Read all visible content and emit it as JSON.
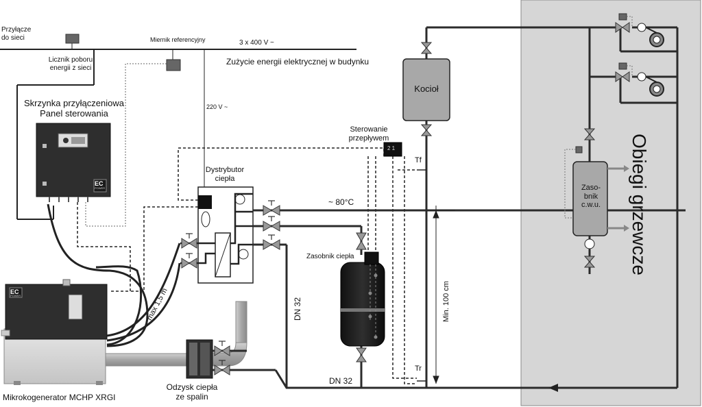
{
  "labels": {
    "grid_connection": [
      "Przyłącze",
      "do sieci"
    ],
    "meter_grid": [
      "Licznik poboru",
      "energii z sieci"
    ],
    "meter_ref": "Miernik referencyjny",
    "voltage_3x400": "3 x 400 V ~",
    "building_use": "Zużycie energii elektrycznej w budynku",
    "voltage_220": "220 V ~",
    "panel": [
      "Skrzynka przyłączeniowa",
      "Panel sterowania"
    ],
    "flow_control": [
      "Sterowanie",
      "przepływem"
    ],
    "flow_control_digits": "2  1",
    "distributor": [
      "Dystrybutor",
      "ciepła"
    ],
    "temp_80": "~ 80°C",
    "boiler": "Kocioł",
    "tf": "Tf",
    "tr": "Tr",
    "heat_storage": "Zasobnik ciepła",
    "dn32_vertical": "DN 32",
    "dn32_bottom": "DN 32",
    "max_len": "max 1,5 m",
    "min_100": "Min. 100 cm",
    "exhaust": [
      "Odzysk ciepła",
      "ze spalin"
    ],
    "mchp": "Mikrokogenerator MCHP XRGI",
    "dhw_tank": [
      "Zaso-",
      "bnik",
      "c.w.u."
    ],
    "heating_circuits": "Obiegi grzewcze",
    "ec_logo_text": "EC",
    "ec_logo_sub": "POWER"
  },
  "colors": {
    "pipe": "#2b2b2b",
    "zone_bg": "#d6d6d6",
    "boiler_fill": "#a8a8a8",
    "tank_fill": "#1e1e1e",
    "box_fill": "#2e2e2e",
    "duct": "#b4b4b4"
  }
}
